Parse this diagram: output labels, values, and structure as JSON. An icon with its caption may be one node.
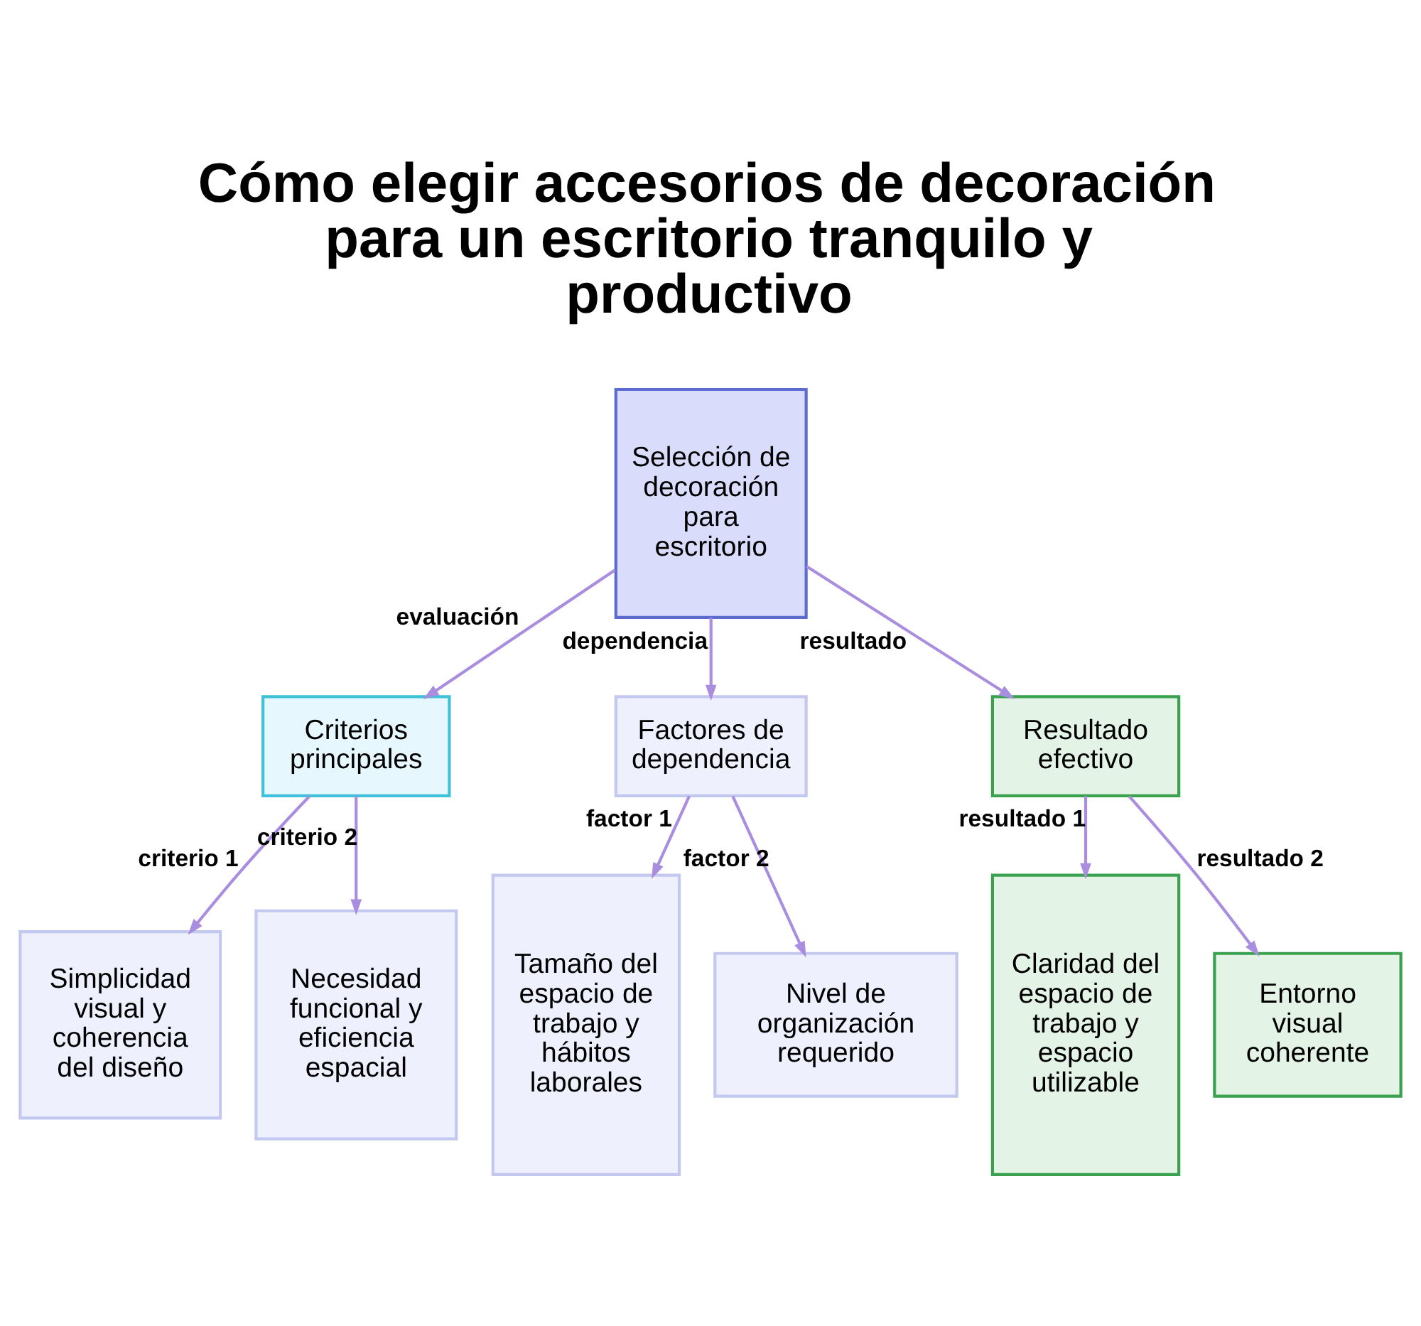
{
  "diagram": {
    "title": "Cómo elegir accesorios de decoración para un escritorio tranquilo y productivo",
    "nodes": [
      {
        "text": [
          "Selección de decoración para escritorio"
        ]
      },
      {
        "text": [
          "Criterios principales"
        ]
      },
      {
        "text": [
          "Factores de dependencia"
        ]
      },
      {
        "text": [
          "Resultado efectivo"
        ]
      },
      {
        "text": [
          "Simplicidad visual y coherencia del diseño"
        ]
      },
      {
        "text": [
          "Necesidad funcional y eficiencia espacial"
        ]
      },
      {
        "text": [
          "Tamaño del espacio de trabajo y hábitos laborales"
        ]
      },
      {
        "text": [
          "Nivel de organización requerido"
        ]
      },
      {
        "text": [
          "Claridad del espacio de trabajo y espacio utilizable"
        ]
      },
      {
        "text": [
          "Entorno visual coherente"
        ]
      }
    ],
    "edges": [
      {
        "from": 0,
        "to": 1,
        "arrow": "to",
        "label": "evaluación"
      },
      {
        "from": 0,
        "to": 2,
        "arrow": "to",
        "label": "dependencia"
      },
      {
        "from": 0,
        "to": 3,
        "arrow": "to",
        "label": "resultado"
      },
      {
        "from": 1,
        "to": 4,
        "arrow": "to",
        "label": "criterio 1"
      },
      {
        "from": 1,
        "to": 5,
        "arrow": "to",
        "label": "criterio 2"
      },
      {
        "from": 2,
        "to": 6,
        "arrow": "to",
        "label": "factor 1"
      },
      {
        "from": 2,
        "to": 7,
        "arrow": "to",
        "label": "factor 2"
      },
      {
        "from": 3,
        "to": 8,
        "arrow": "to",
        "label": "resultado 1"
      },
      {
        "from": 3,
        "to": 9,
        "arrow": "to",
        "label": "resultado 2"
      }
    ]
  }
}
